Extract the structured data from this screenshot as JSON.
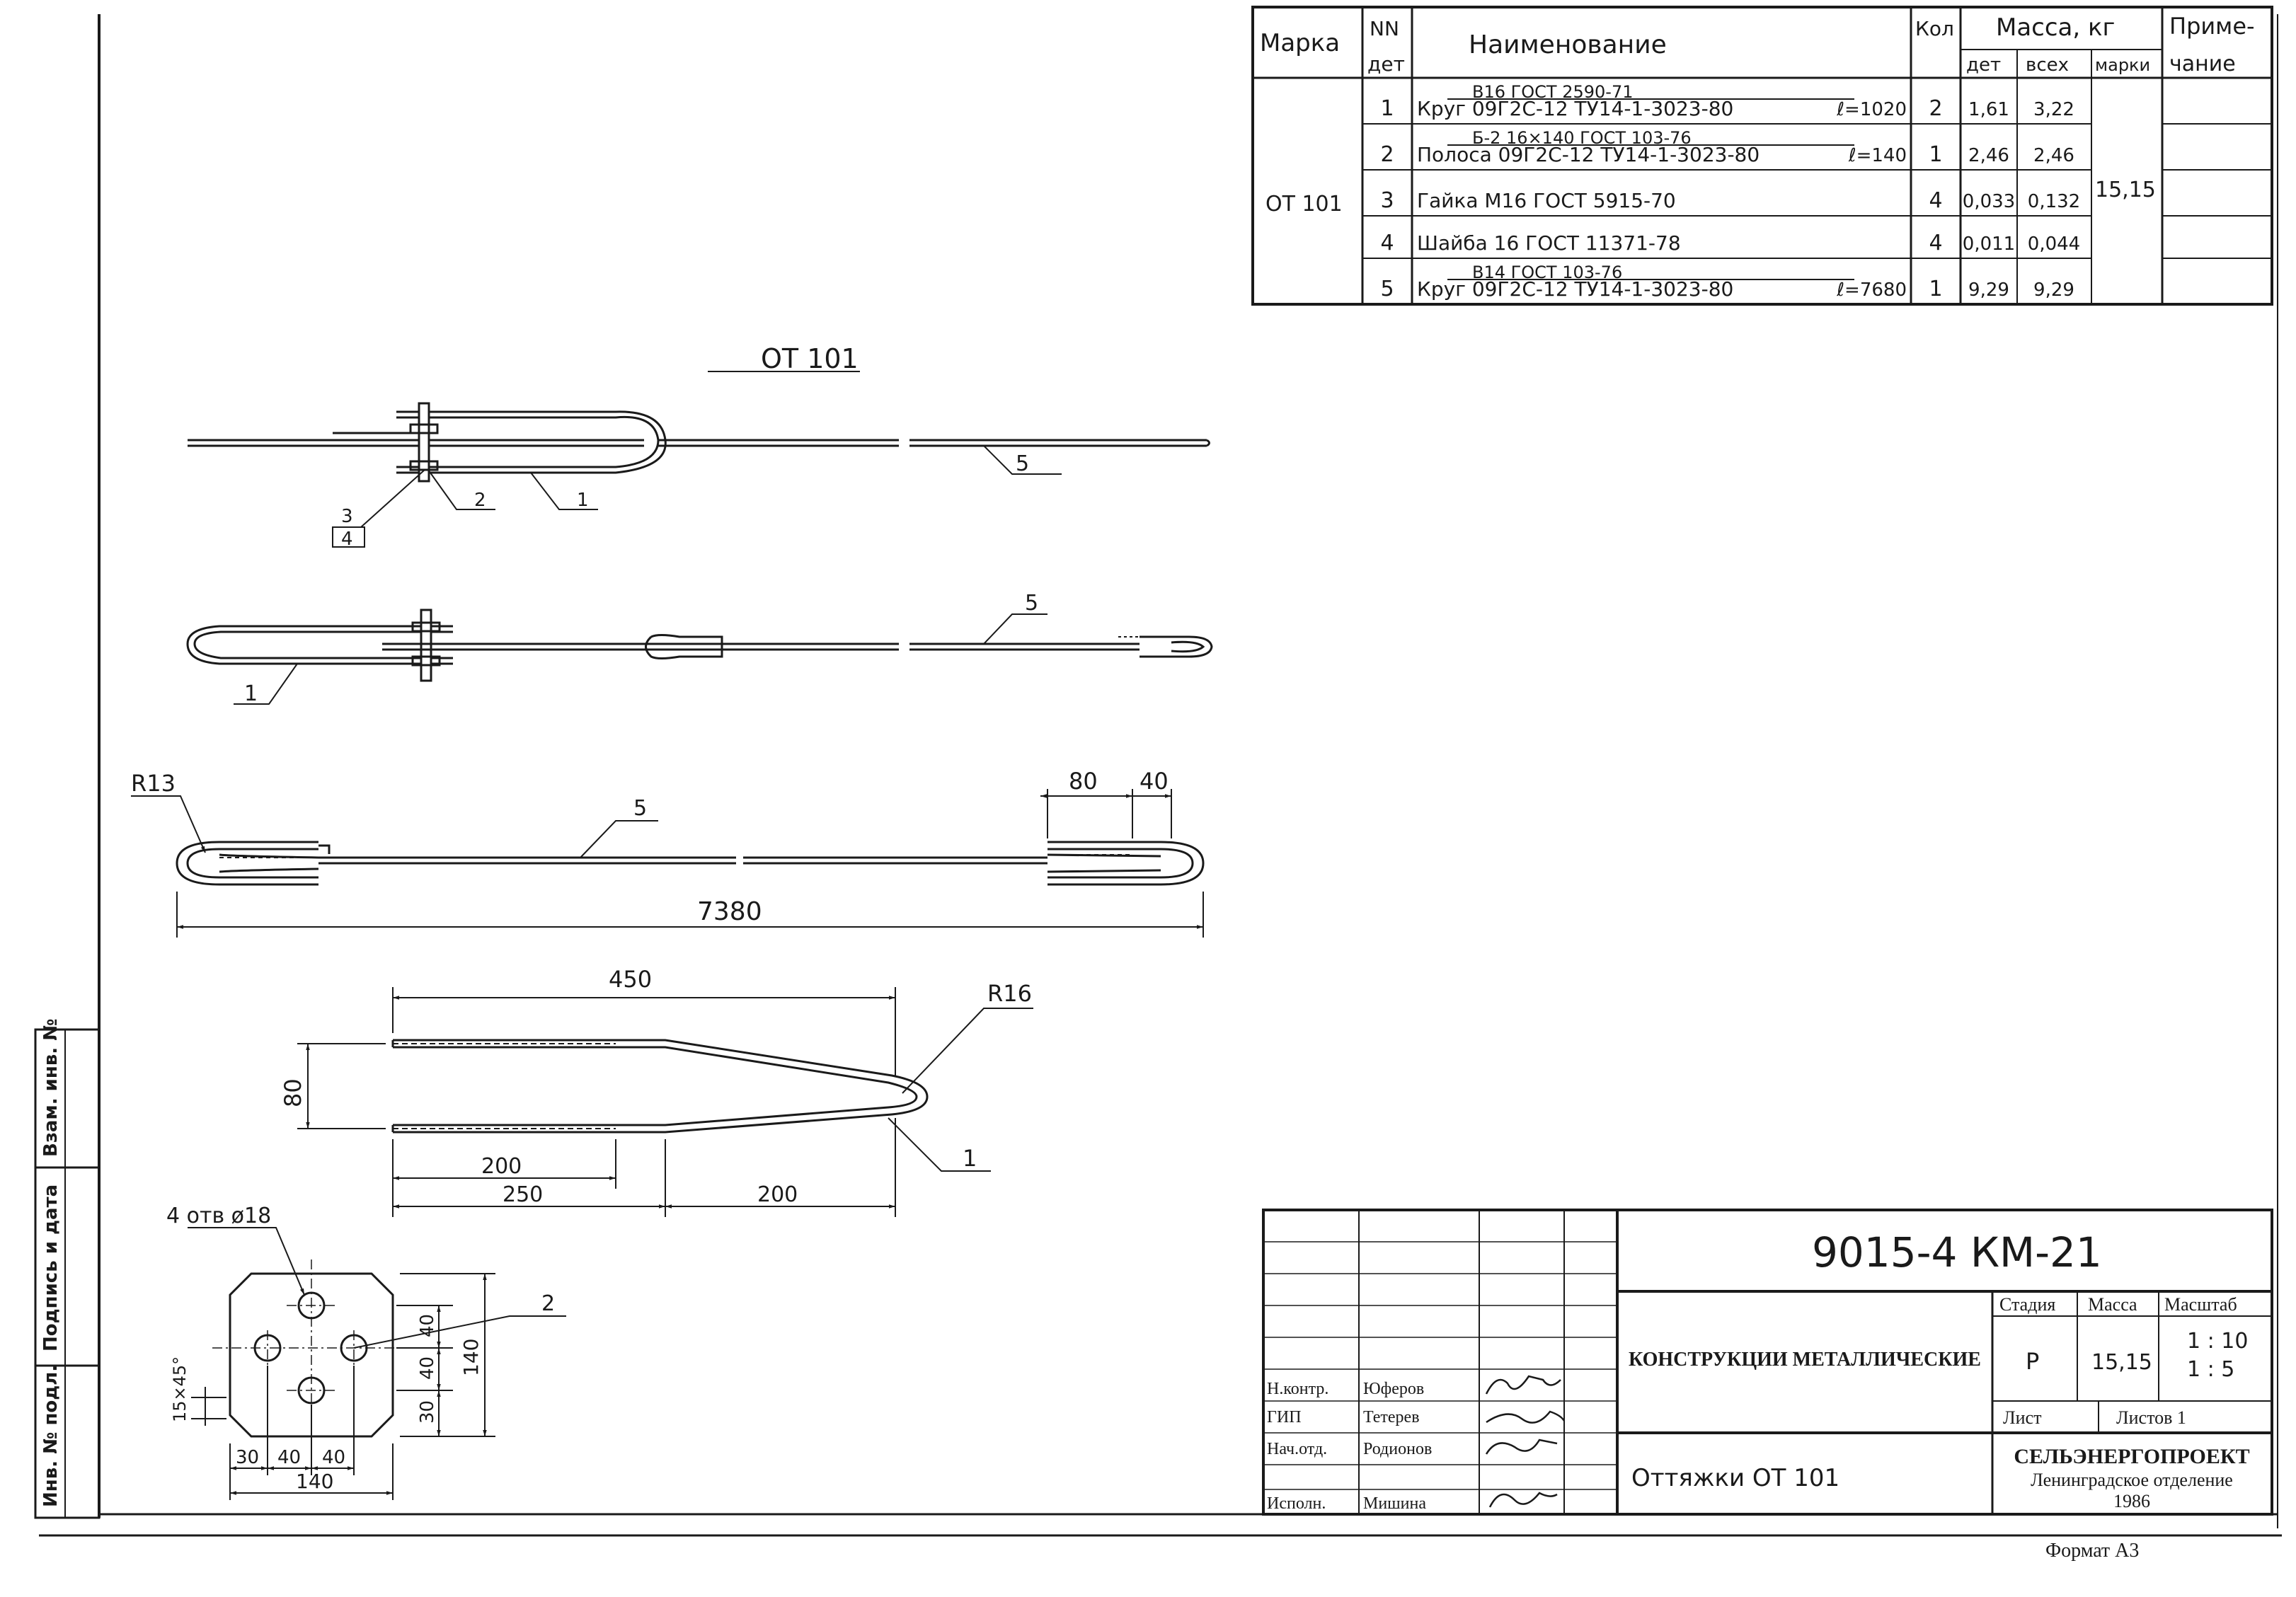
{
  "spec_table": {
    "headers": {
      "marka": "Марка",
      "nn_top": "NN",
      "nn_bottom": "дет",
      "name": "Наименование",
      "qty": "Кол",
      "mass": "Масса, кг",
      "mass_det": "дет",
      "mass_all": "всех",
      "mass_mark": "марки",
      "note_top": "Приме-",
      "note_bottom": "чание"
    },
    "mark": "ОТ 101",
    "mark_mass": "15,15",
    "rows": [
      {
        "num": "1",
        "top": "В16  ГОСТ 2590-71",
        "bottom": "Круг  09Г2С-12  ТУ14-1-3023-80",
        "length": "ℓ=1020",
        "qty": "2",
        "det": "1,61",
        "all": "3,22"
      },
      {
        "num": "2",
        "top": "Б-2  16×140  ГОСТ 103-76",
        "bottom": "Полоса  09Г2С-12  ТУ14-1-3023-80",
        "length": "ℓ=140",
        "qty": "1",
        "det": "2,46",
        "all": "2,46"
      },
      {
        "num": "3",
        "top": "",
        "bottom": "Гайка  М16   ГОСТ 5915-70",
        "length": "",
        "qty": "4",
        "det": "0,033",
        "all": "0,132"
      },
      {
        "num": "4",
        "top": "",
        "bottom": "Шайба  16    ГОСТ 11371-78",
        "length": "",
        "qty": "4",
        "det": "0,011",
        "all": "0,044"
      },
      {
        "num": "5",
        "top": "В14  ГОСТ 103-76",
        "bottom": "Круг  09Г2С-12  ТУ14-1-3023-80",
        "length": "ℓ=7680",
        "qty": "1",
        "det": "9,29",
        "all": "9,29"
      }
    ]
  },
  "drawing": {
    "title": "ОТ 101",
    "leaders": [
      "5",
      "3",
      "4",
      "2",
      "1",
      "5",
      "1",
      "5",
      "1",
      "2"
    ],
    "dims": {
      "r13": "R13",
      "d80": "80",
      "d40": "40",
      "d7380": "7380",
      "d450": "450",
      "r16": "R16",
      "d80v": "80",
      "d200a": "200",
      "d250": "250",
      "d200b": "200",
      "holes": "4 отв ø18",
      "chamfer": "15×45°",
      "p40a": "40",
      "p40b": "40",
      "p30": "30",
      "p140v": "140",
      "h30": "30",
      "h40a": "40",
      "h40b": "40",
      "h140": "140"
    }
  },
  "side_stamp": {
    "inv_orig": "Инв. № подл.",
    "sign_date": "Подпись и дата",
    "inv_repl": "Взам. инв. №"
  },
  "title_block": {
    "doc_code": "9015-4 КМ-21",
    "section": "КОНСТРУКЦИИ МЕТАЛЛИЧЕСКИЕ",
    "sheet_name": "Оттяжки ОТ 101",
    "stage_label": "Стадия",
    "mass_label": "Масса",
    "scale_label": "Масштаб",
    "stage": "Р",
    "mass": "15,15",
    "scale1": "1 : 10",
    "scale2": "1 : 5",
    "sheet_label": "Лист",
    "sheets_label": "Листов 1",
    "org": "СЕЛЬЭНЕРГОПРОЕКТ",
    "dept": "Ленинградское отделение",
    "year": "1986",
    "people": [
      {
        "role": "Н.контр.",
        "name": "Юферов"
      },
      {
        "role": "ГИП",
        "name": "Тетерев"
      },
      {
        "role": "Нач.отд.",
        "name": "Родионов"
      },
      {
        "role": "Исполн.",
        "name": "Мишина"
      }
    ],
    "format": "Формат А3"
  }
}
